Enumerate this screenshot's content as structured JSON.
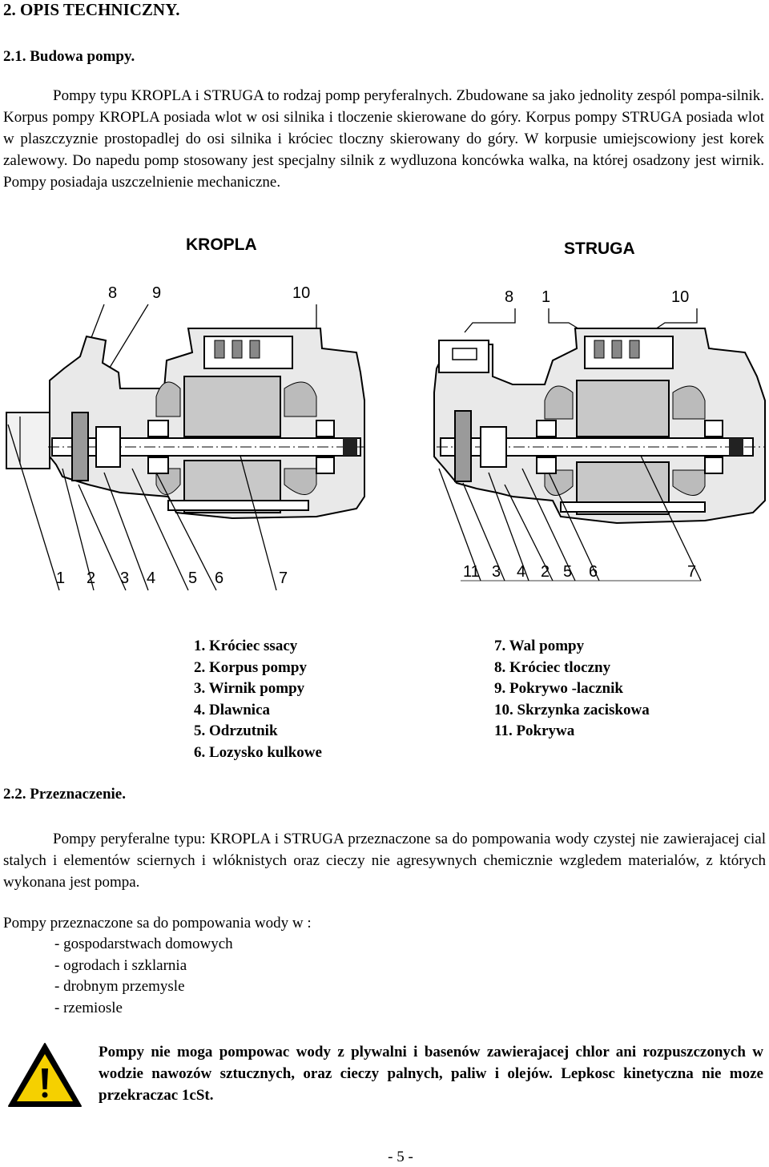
{
  "section_title": "2. OPIS TECHNICZNY.",
  "subsection_1": "2.1. Budowa pompy.",
  "paragraph_1": "Pompy typu KROPLA i STRUGA to rodzaj pomp peryferalnych. Zbudowane sa jako jednolity zespól pompa-silnik. Korpus pompy KROPLA posiada wlot w osi silnika i tloczenie skierowane do góry. Korpus pompy STRUGA posiada wlot w plaszczyznie prostopadlej do osi silnika i króciec tloczny skierowany do góry. W korpusie umiejscowiony jest korek zalewowy. Do napedu pomp stosowany jest specjalny silnik z wydluzona koncówka walka, na której osadzony jest wirnik. Pompy posiadaja uszczelnienie mechaniczne.",
  "diagram": {
    "kropla": {
      "title": "KROPLA",
      "top_numbers": [
        "8",
        "9",
        "10"
      ],
      "bottom_numbers": [
        "1",
        "2",
        "3",
        "4",
        "5",
        "6",
        "7"
      ]
    },
    "struga": {
      "title": "STRUGA",
      "top_numbers": [
        "8",
        "1",
        "10"
      ],
      "bottom_numbers": [
        "11",
        "3",
        "4",
        "2",
        "5",
        "6",
        "7"
      ]
    }
  },
  "legend": {
    "left": [
      "1. Króciec ssacy",
      "2. Korpus pompy",
      "3. Wirnik pompy",
      "4. Dlawnica",
      "5. Odrzutnik",
      "6. Lozysko kulkowe"
    ],
    "right": [
      "7. Wal pompy",
      "8. Króciec tloczny",
      "9. Pokrywo -lacznik",
      "10. Skrzynka zaciskowa",
      "11. Pokrywa"
    ]
  },
  "subsection_2": "2.2. Przeznaczenie.",
  "paragraph_2": "Pompy peryferalne typu: KROPLA i STRUGA przeznaczone sa do pompowania wody czystej nie zawierajacej cial stalych i elementów sciernych i wlóknistych oraz cieczy nie agresywnych chemicznie wzgledem materialów, z których wykonana jest pompa.",
  "paragraph_3": "Pompy przeznaczone sa do pompowania wody w :",
  "uses": [
    "- gospodarstwach domowych",
    "- ogrodach i szklarnia",
    "- drobnym przemysle",
    "- rzemiosle"
  ],
  "warning_text": "Pompy nie moga pompowac wody z plywalni i basenów zawierajacej chlor ani rozpuszczonych w wodzie nawozów sztucznych, oraz cieczy palnych, paliw i olejów. Lepkosc kinetyczna nie moze przekraczac 1cSt.",
  "page_number": "- 5 -"
}
